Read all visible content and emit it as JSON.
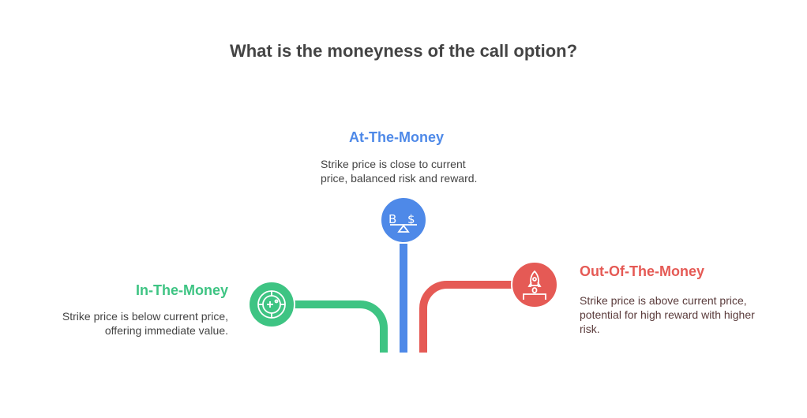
{
  "title": "What is the moneyness of the call option?",
  "colors": {
    "atm": "#4E89E8",
    "itm": "#3EC483",
    "otm": "#E55A55"
  },
  "branches": [
    {
      "id": "atm",
      "heading": "At-The-Money",
      "description": "Strike price is close to current price, balanced risk and reward.",
      "icon": "balance-scale-bitcoin-dollar-icon"
    },
    {
      "id": "itm",
      "heading": "In-The-Money",
      "description": "Strike price is below current price, offering immediate value.",
      "icon": "roulette-wheel-icon"
    },
    {
      "id": "otm",
      "heading": "Out-Of-The-Money",
      "description": "Strike price is above current price, potential for high reward with higher risk.",
      "icon": "rocket-launch-icon"
    }
  ]
}
